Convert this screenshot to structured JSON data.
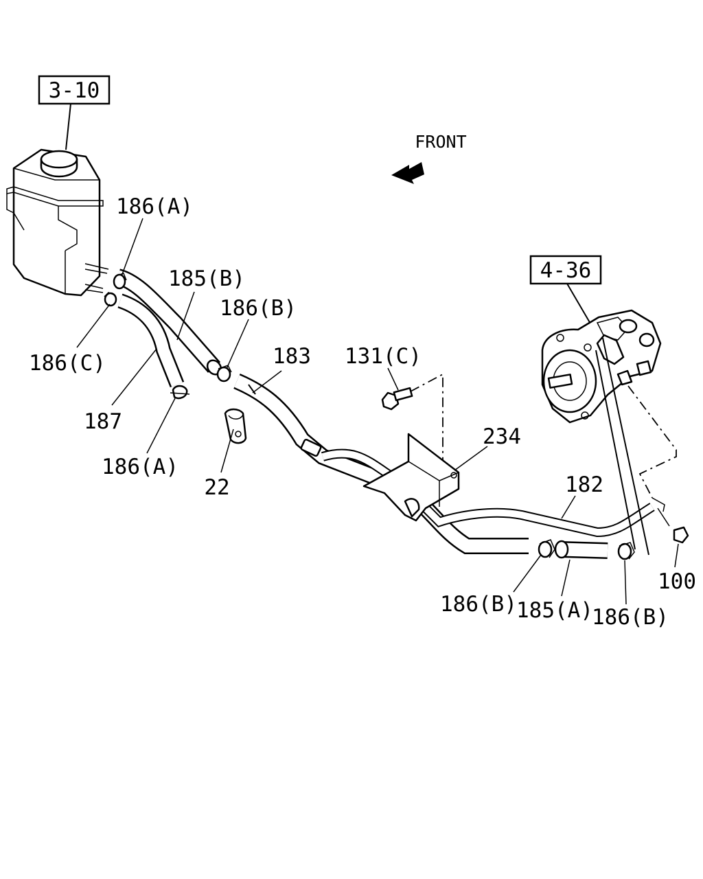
{
  "diagram": {
    "direction_label": "FRONT",
    "reference_boxes": [
      {
        "id": "ref-3-10",
        "text": "3-10"
      },
      {
        "id": "ref-4-36",
        "text": "4-36"
      }
    ],
    "callouts": [
      {
        "id": "c-186a-top",
        "text": "186(A)"
      },
      {
        "id": "c-185b",
        "text": "185(B)"
      },
      {
        "id": "c-186b-mid",
        "text": "186(B)"
      },
      {
        "id": "c-183",
        "text": "183"
      },
      {
        "id": "c-131c",
        "text": "131(C)"
      },
      {
        "id": "c-186c",
        "text": "186(C)"
      },
      {
        "id": "c-187",
        "text": "187"
      },
      {
        "id": "c-186a-bottom",
        "text": "186(A)"
      },
      {
        "id": "c-22",
        "text": "22"
      },
      {
        "id": "c-234",
        "text": "234"
      },
      {
        "id": "c-182",
        "text": "182"
      },
      {
        "id": "c-100",
        "text": "100"
      },
      {
        "id": "c-186b-left",
        "text": "186(B)"
      },
      {
        "id": "c-185a",
        "text": "185(A)"
      },
      {
        "id": "c-186b-right",
        "text": "186(B)"
      }
    ]
  }
}
